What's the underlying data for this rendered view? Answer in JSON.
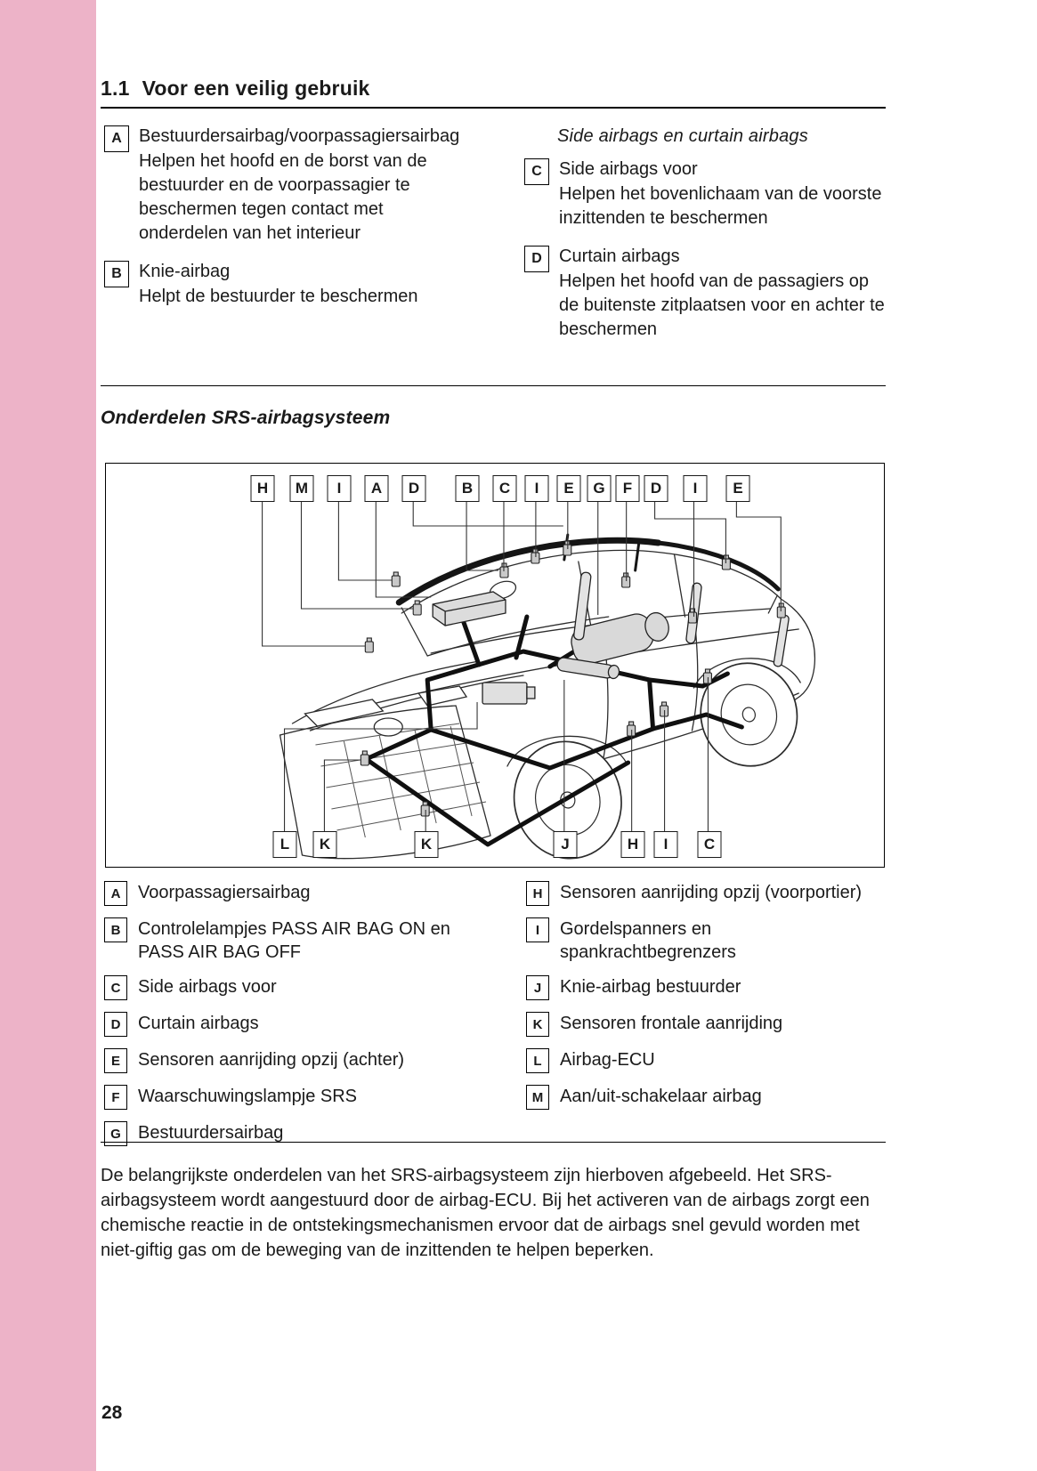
{
  "page": {
    "section_number": "1.1",
    "section_title": "Voor een veilig gebruik",
    "page_number": "28",
    "accent_pink": "#edb3c8"
  },
  "intro": {
    "left_items": [
      {
        "letter": "A",
        "title": "Bestuurdersairbag/voorpassagiersairbag",
        "desc": "Helpen het hoofd en de borst van de bestuurder en de voorpassagier te beschermen tegen contact met onderdelen van het interieur"
      },
      {
        "letter": "B",
        "title": "Knie-airbag",
        "desc": "Helpt de bestuurder te beschermen"
      }
    ],
    "right_heading": "Side airbags en curtain airbags",
    "right_items": [
      {
        "letter": "C",
        "title": "Side airbags voor",
        "desc": "Helpen het bovenlichaam van de voorste inzittenden te beschermen"
      },
      {
        "letter": "D",
        "title": "Curtain airbags",
        "desc": "Helpen het hoofd van de passagiers op de buitenste zitplaatsen voor en achter te beschermen"
      }
    ]
  },
  "diagram": {
    "heading": "Onderdelen SRS-airbagsysteem",
    "top_labels": [
      "H",
      "M",
      "I",
      "A",
      "D",
      "B",
      "C",
      "I",
      "E",
      "G",
      "F",
      "D",
      "I",
      "E"
    ],
    "bottom_labels": [
      "L",
      "K",
      "K",
      "J",
      "H",
      "I",
      "C"
    ]
  },
  "legend": {
    "left": [
      {
        "letter": "A",
        "text": "Voorpassagiersairbag"
      },
      {
        "letter": "B",
        "text": "Controlelampjes PASS AIR BAG ON en PASS AIR BAG OFF"
      },
      {
        "letter": "C",
        "text": "Side airbags voor"
      },
      {
        "letter": "D",
        "text": "Curtain airbags"
      },
      {
        "letter": "E",
        "text": "Sensoren aanrijding opzij (achter)"
      },
      {
        "letter": "F",
        "text": "Waarschuwingslampje SRS"
      },
      {
        "letter": "G",
        "text": "Bestuurdersairbag"
      }
    ],
    "right": [
      {
        "letter": "H",
        "text": "Sensoren aanrijding opzij (voorportier)"
      },
      {
        "letter": "I",
        "text": "Gordelspanners en spankrachtbegrenzers"
      },
      {
        "letter": "J",
        "text": "Knie-airbag bestuurder"
      },
      {
        "letter": "K",
        "text": "Sensoren frontale aanrijding"
      },
      {
        "letter": "L",
        "text": "Airbag-ECU"
      },
      {
        "letter": "M",
        "text": "Aan/uit-schakelaar airbag"
      }
    ]
  },
  "footer": {
    "paragraph": "De belangrijkste onderdelen van het SRS-airbagsysteem zijn hierboven afgebeeld. Het SRS-airbagsysteem wordt aangestuurd door de airbag-ECU. Bij het activeren van de airbags zorgt een chemische reactie in de ontstekingsmechanismen ervoor dat de airbags snel gevuld worden met niet-giftig gas om de beweging van de inzittenden te helpen beperken."
  }
}
